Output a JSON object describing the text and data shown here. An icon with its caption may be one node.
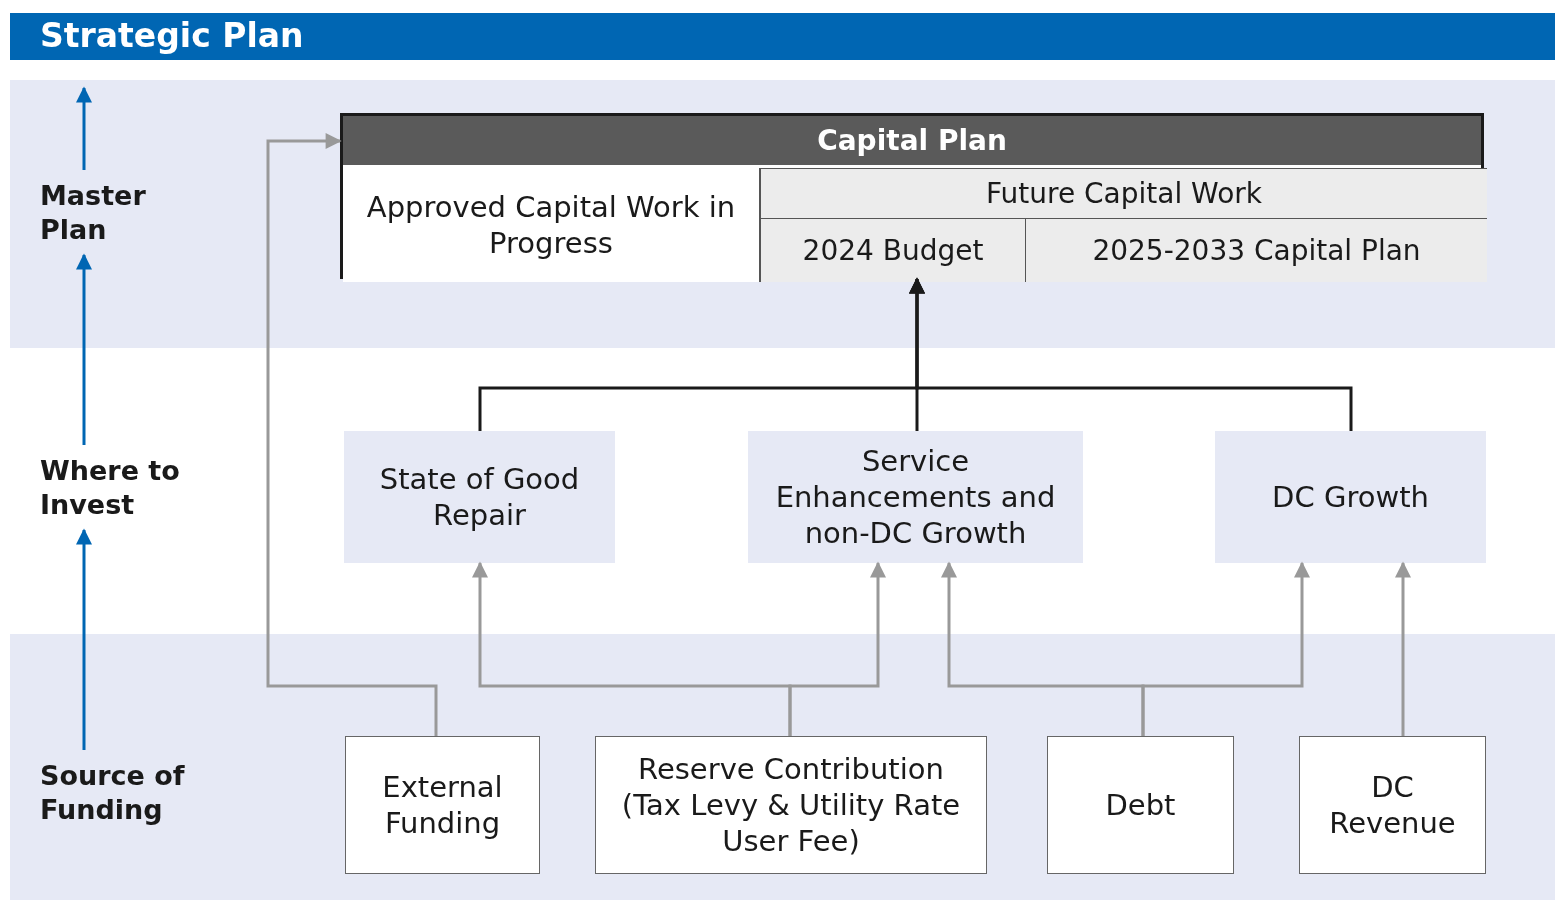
{
  "diagram": {
    "title": "Strategic Plan",
    "nodes": [
      {
        "text": [
          "Master Plan"
        ]
      },
      {
        "text": [
          "Capital Plan"
        ]
      },
      {
        "text": [
          "Approved Capital Work in Progress"
        ],
        "in": 1
      },
      {
        "text": [
          "Future Capital Work"
        ],
        "in": 1
      },
      {
        "text": [
          "2024 Budget"
        ],
        "in": 1
      },
      {
        "text": [
          "2025-2033 Capital Plan"
        ],
        "in": 1
      },
      {
        "text": [
          "Where to Invest"
        ]
      },
      {
        "text": [
          "State of Good Repair"
        ]
      },
      {
        "text": [
          "Service Enhancements and non-DC Growth"
        ]
      },
      {
        "text": [
          "DC Growth"
        ]
      },
      {
        "text": [
          "Source of Funding"
        ]
      },
      {
        "text": [
          "External Funding"
        ]
      },
      {
        "text": [
          "Reserve Contribution (Tax Levy & Utility Rate User Fee)"
        ]
      },
      {
        "text": [
          "Debt"
        ]
      },
      {
        "text": [
          "DC Revenue"
        ]
      }
    ],
    "edges": [
      {
        "from": 0,
        "to": null,
        "arrow": "to",
        "color": "#0066b3"
      },
      {
        "from": 6,
        "to": 0,
        "arrow": "to",
        "color": "#0066b3"
      },
      {
        "from": 10,
        "to": 6,
        "arrow": "to",
        "color": "#0066b3"
      },
      {
        "from": 7,
        "to": 1,
        "arrow": "to",
        "color": "#1a1a1a"
      },
      {
        "from": 8,
        "to": 1,
        "arrow": "to",
        "color": "#1a1a1a"
      },
      {
        "from": 9,
        "to": 1,
        "arrow": "to",
        "color": "#1a1a1a"
      },
      {
        "from": 11,
        "to": 1,
        "arrow": "to"
      },
      {
        "from": 12,
        "to": 7,
        "arrow": "to"
      },
      {
        "from": 12,
        "to": 8,
        "arrow": "to"
      },
      {
        "from": 13,
        "to": 8,
        "arrow": "to"
      },
      {
        "from": 13,
        "to": 9,
        "arrow": "to"
      },
      {
        "from": 14,
        "to": 9,
        "arrow": "to"
      }
    ]
  }
}
